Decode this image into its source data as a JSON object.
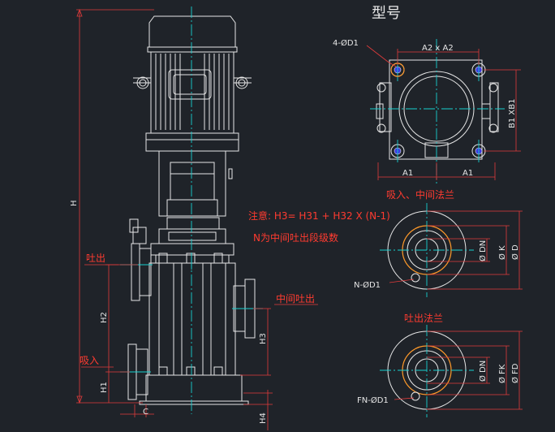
{
  "drawing": {
    "title": "型号",
    "dims": {
      "H": "H",
      "H1": "H1",
      "H2": "H2",
      "H3": "H3",
      "H4": "H4",
      "C": "C",
      "bolt": "4-ØD1",
      "a2": "A2 x A2",
      "b1": "B1 XB1",
      "a1_left": "A1",
      "a1_right": "A1",
      "dn1": "Ø DN",
      "k": "Ø K",
      "d": "Ø D",
      "n_d1": "N-ØD1",
      "dn2": "Ø DN",
      "fk": "Ø FK",
      "fd": "Ø FD",
      "fn_d1": "FN-ØD1"
    },
    "labels": {
      "outlet": "吐出",
      "inlet": "吸入",
      "middle_outlet": "中间吐出",
      "inlet_flange": "吸入、中间法兰",
      "outlet_flange": "吐出法兰",
      "note_line1": "注意: H3= H31 + H32   X   (N-1)",
      "note_line2": "N为中间吐出段级数"
    },
    "colors": {
      "background": "#1f2329",
      "line": "#e6e6e6",
      "center": "#17d0d0",
      "dimension": "#e23b3b",
      "label": "#ff3b30",
      "highlight": "#ff9a2a",
      "bolt_accent": "#3a3ae0"
    }
  }
}
